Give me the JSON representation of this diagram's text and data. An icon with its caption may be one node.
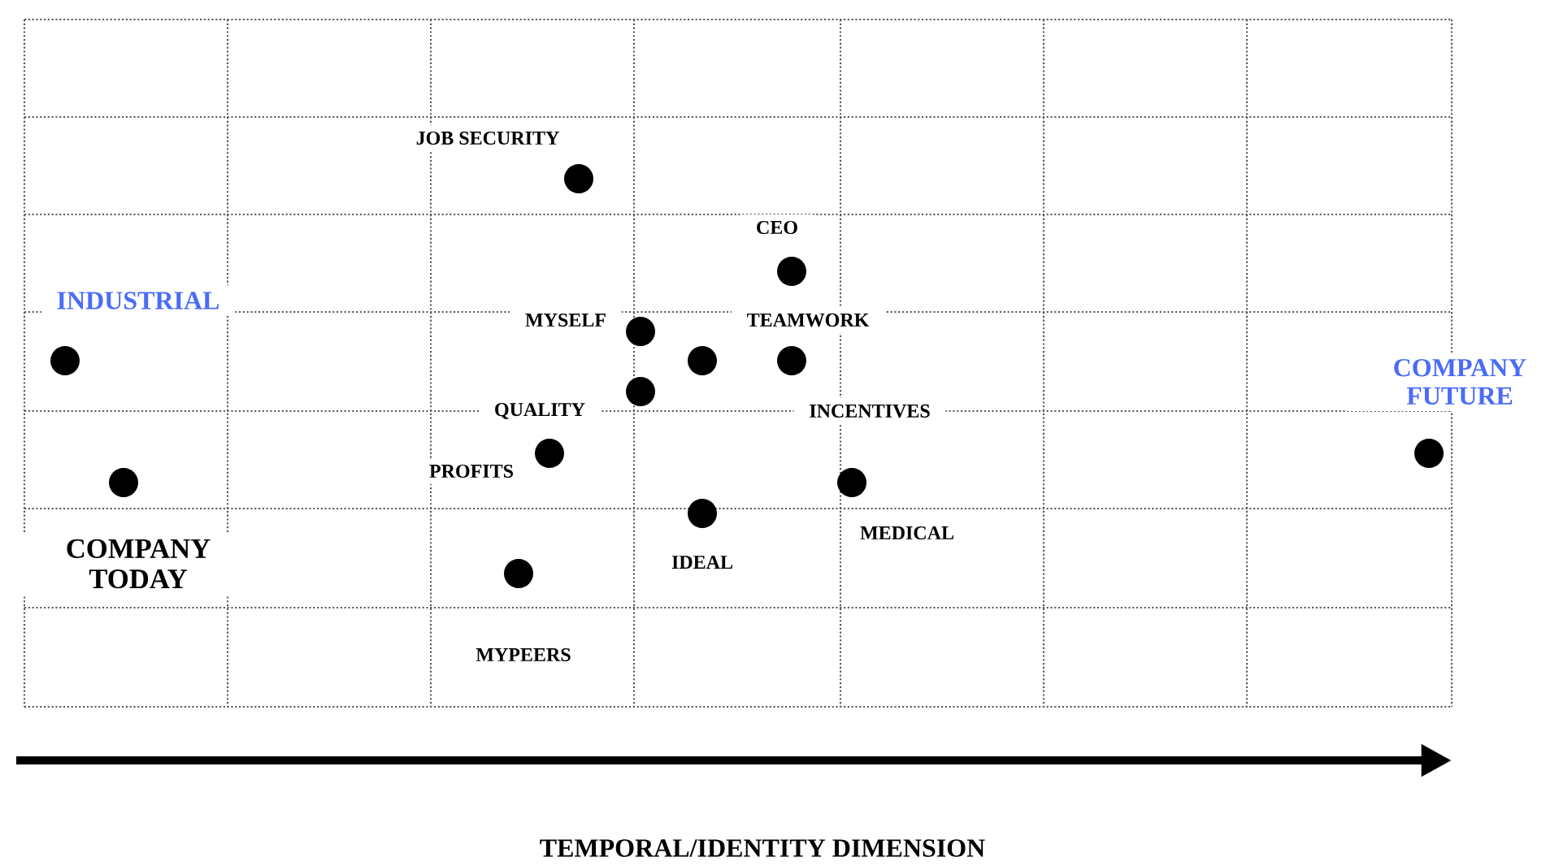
{
  "diagram": {
    "nodes": [
      {
        "text": [],
        "shape": "circle"
      },
      {
        "text": [],
        "shape": "circle"
      },
      {
        "text": [],
        "shape": "circle"
      },
      {
        "text": [],
        "shape": "circle"
      },
      {
        "text": [],
        "shape": "circle"
      },
      {
        "text": [],
        "shape": "circle"
      },
      {
        "text": [],
        "shape": "circle"
      },
      {
        "text": [],
        "shape": "circle"
      },
      {
        "text": [],
        "shape": "circle"
      },
      {
        "text": [],
        "shape": "circle"
      },
      {
        "text": [],
        "shape": "circle"
      },
      {
        "text": [],
        "shape": "circle"
      },
      {
        "text": [],
        "shape": "circle"
      }
    ],
    "labels": [
      "JOB SECURITY",
      "CEO",
      "INDUSTRIAL",
      "MYSELF",
      "TEAMWORK",
      "COMPANY FUTURE",
      "QUALITY",
      "INCENTIVES",
      "PROFITS",
      "MEDICAL",
      "COMPANY TODAY",
      "IDEAL",
      "MYPEERS",
      "TEMPORAL/IDENTITY DIMENSION"
    ]
  }
}
